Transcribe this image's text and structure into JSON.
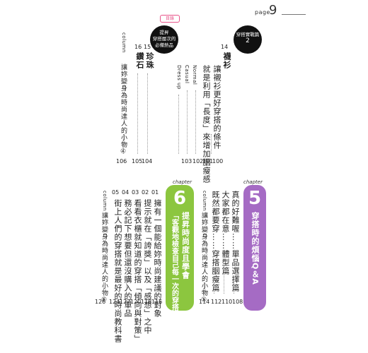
{
  "tag": "目錄",
  "page": {
    "label": "page",
    "number": "9"
  },
  "circles": {
    "upper_left": {
      "lines": [
        "提昇",
        "穿搭層次的",
        "必備熱品"
      ]
    },
    "upper_right": {
      "lines": [
        "穿搭實戰篇",
        "2"
      ]
    }
  },
  "upper_right": {
    "item_number": "14",
    "item_title": "襪衫",
    "subtitle": "讓襯衫更好穿搭的條件",
    "subtitle2": "就是利用「長度」來增加胭瘦感",
    "entries": [
      {
        "label": "Normal",
        "page": "101"
      },
      {
        "label": "Casual",
        "page": "102"
      },
      {
        "label": "Dress up",
        "page": "103"
      }
    ],
    "subtitle_page": "100"
  },
  "upper_left": {
    "items": [
      {
        "number": "15",
        "title": "珍珠",
        "page": "104"
      },
      {
        "number": "16",
        "title": "鑽石",
        "page": "105"
      }
    ],
    "column": {
      "label": "column",
      "title": "讓妳變身為時尚達人的小物④",
      "page": "106"
    }
  },
  "chapter5": {
    "label": "chapter",
    "number": "5",
    "title": "穿搭時的煩惱Q＆A",
    "color": "#a56bc4",
    "entries": [
      {
        "text": "真的好難喔……單品選擇篇",
        "page": "108"
      },
      {
        "text": "大家都在意……體型篇",
        "page": "110"
      },
      {
        "text": "既然都要穿……穿搭胭瘦篇",
        "page": "112"
      }
    ],
    "column": {
      "label": "column",
      "title": "讓妳變身為時尚達人的小物⑤",
      "page": "114"
    }
  },
  "chapter6": {
    "label": "chapter",
    "number": "6",
    "title": "提昇時尚度且學會",
    "title2": "「客觀地檢查自己每一次的穿搭」",
    "color": "#8cc63f",
    "entries": [
      {
        "number": "01",
        "text": "擁有一個能給妳時尚建議的對象",
        "page": "116"
      },
      {
        "number": "02",
        "text": "提示就在「誇獎」以及「感想」之中",
        "page": "118"
      },
      {
        "number": "03",
        "text": "看看衣櫃就知道的穿搭「傾向與對策」",
        "page": "120"
      },
      {
        "number": "04",
        "text": "務必記下想要但還沒購入的單品",
        "page": "122"
      },
      {
        "number": "05",
        "text": "街上人們的穿搭就是最好的時尚教科書",
        "page": "124"
      }
    ],
    "column": {
      "label": "column",
      "title": "讓妳變身為時尚達人的小物⑥",
      "page": "126"
    }
  }
}
